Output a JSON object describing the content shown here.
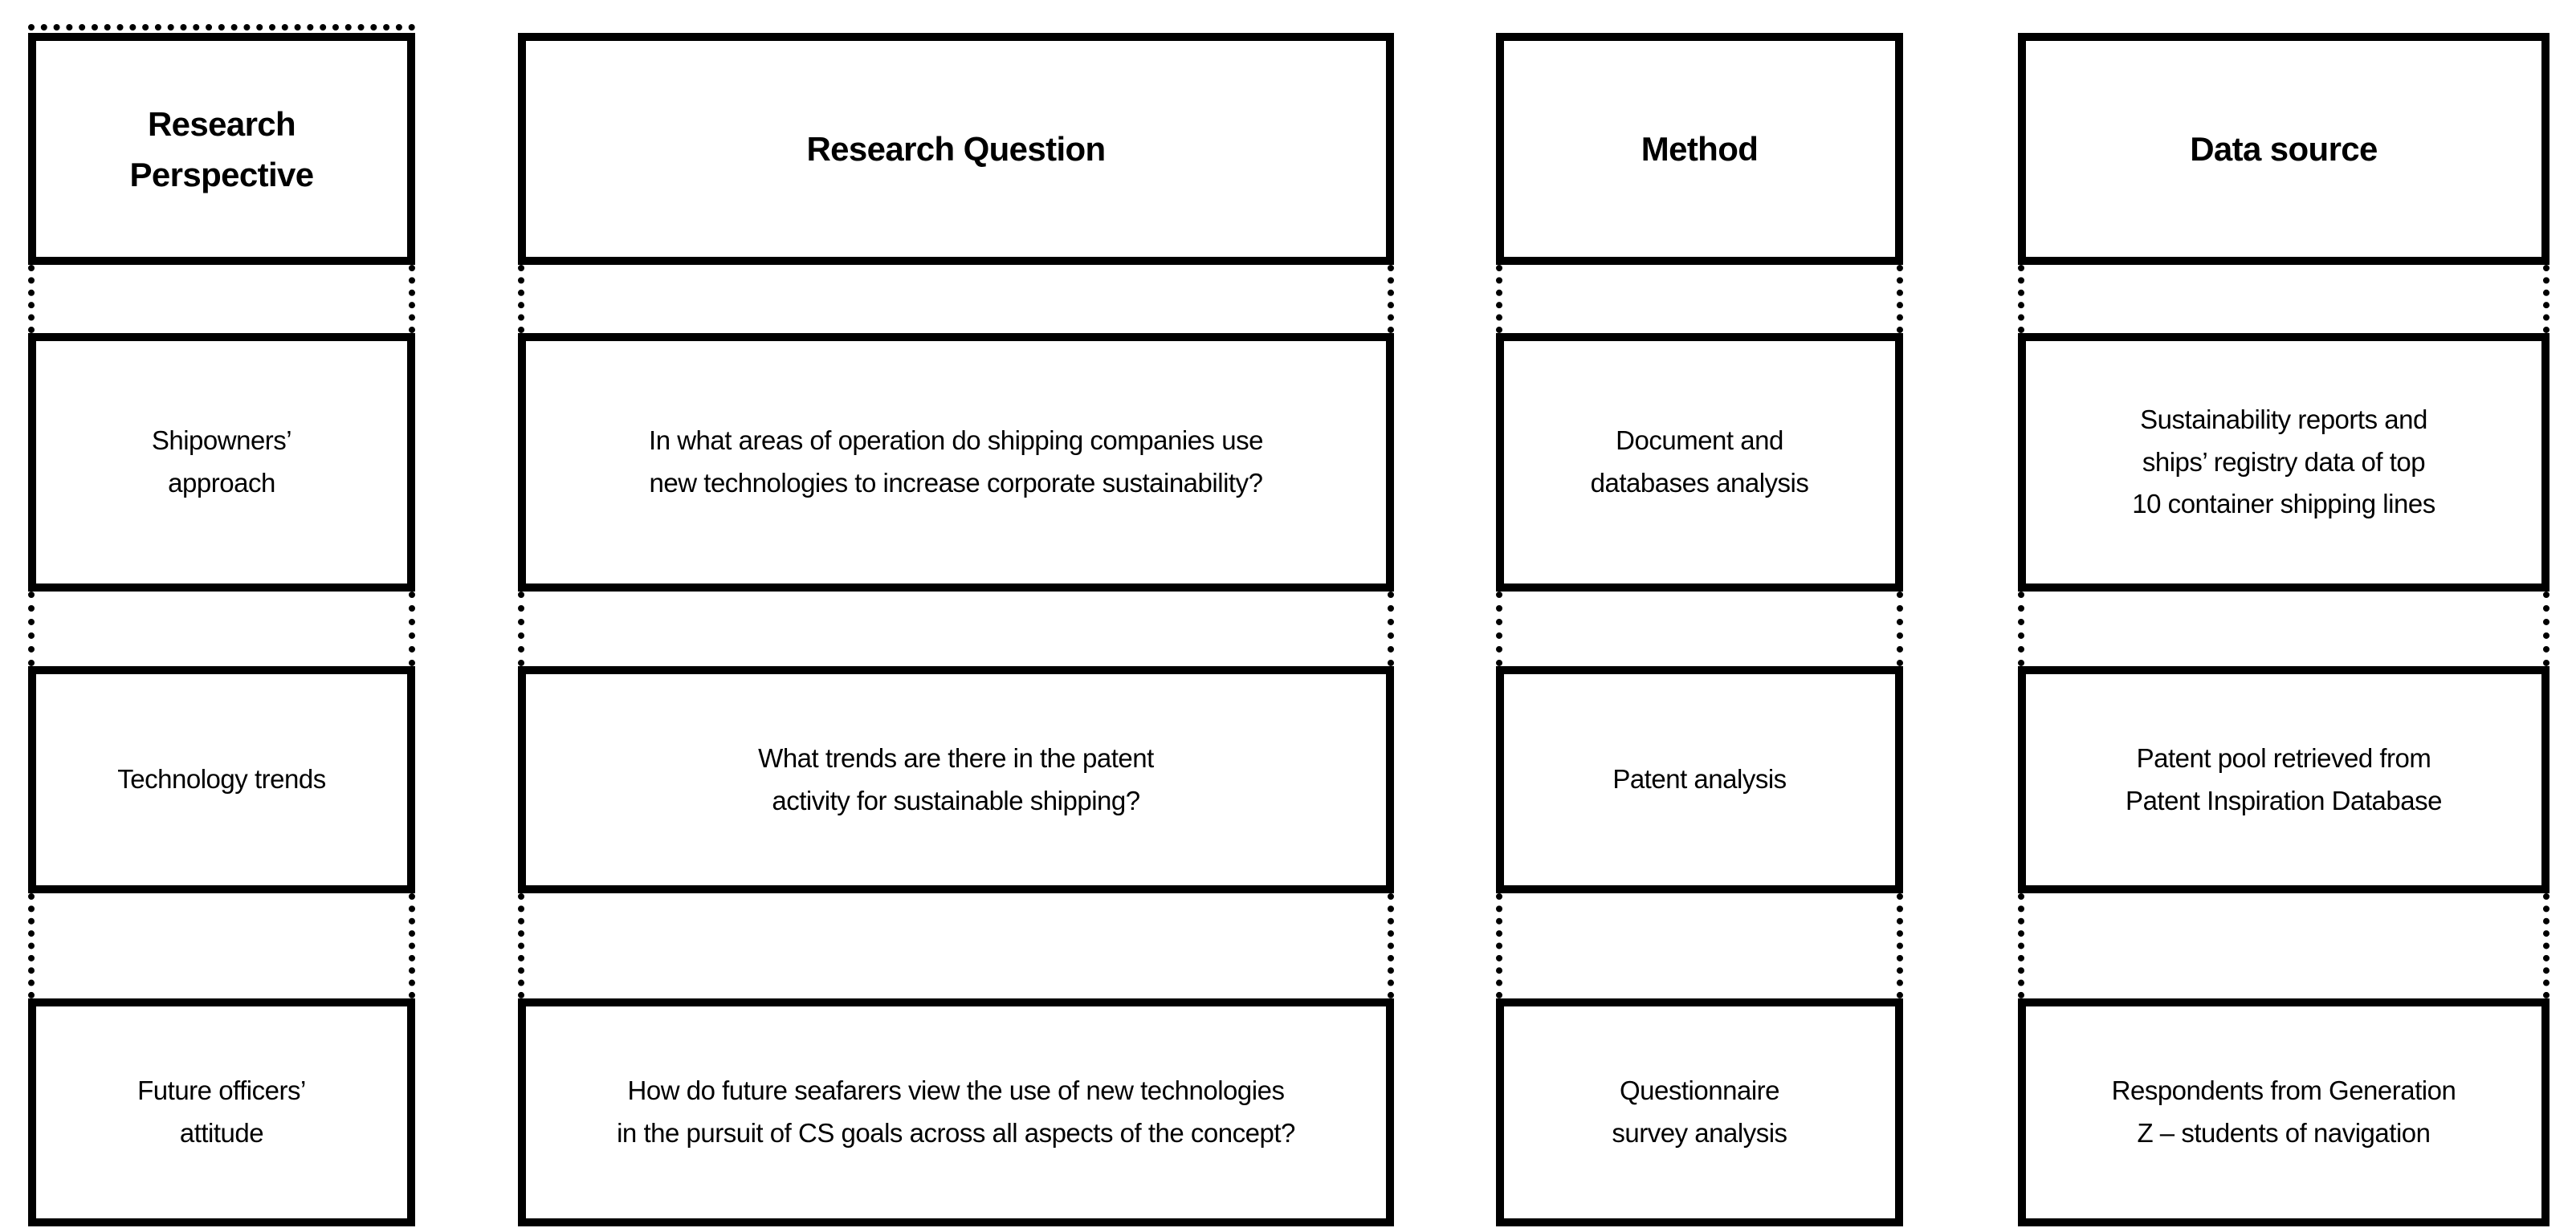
{
  "figure": {
    "type": "research-design-matrix",
    "colors": {
      "border": "#000000",
      "background": "#ffffff",
      "text": "#000000"
    },
    "columns": [
      {
        "header": "Research Perspective",
        "cells": [
          "Shipowners’ approach",
          "Technology trends",
          "Future officers’ attitude"
        ]
      },
      {
        "header": "Research Question",
        "cells": [
          "In what areas of operation do shipping companies use new technologies to increase corporate sustainability?",
          "What trends are there in the patent activity for sustainable shipping?",
          "How do future seafarers view the use of new technologies in the pursuit of CS goals across all aspects of the concept?"
        ]
      },
      {
        "header": "Method",
        "cells": [
          "Document and databases analysis",
          "Patent analysis",
          "Questionnaire survey analysis"
        ]
      },
      {
        "header": "Data source",
        "cells": [
          "Sustainability reports and ships’ registry data of top 10 container shipping lines",
          "Patent pool retrieved from Patent Inspiration Database",
          "Respondents from Generation Z – students of navigation"
        ]
      }
    ]
  }
}
